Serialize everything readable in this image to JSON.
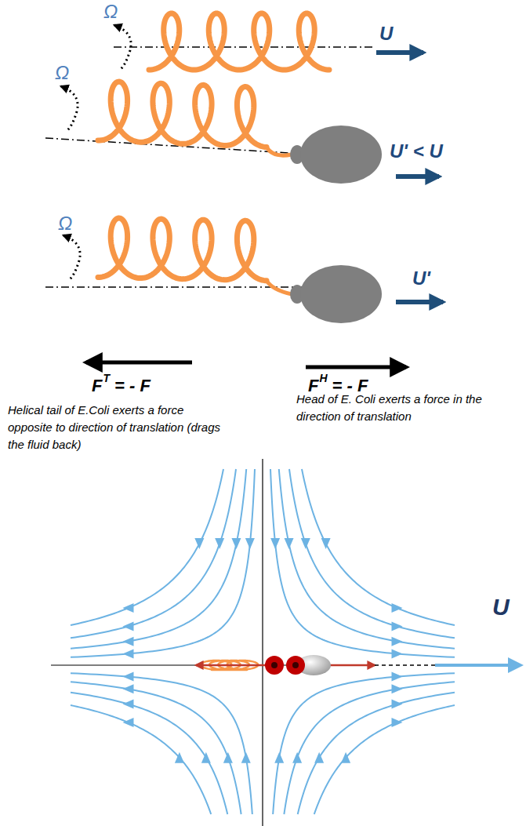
{
  "diagram": {
    "labels": [
      "Ω",
      "U",
      "Ω",
      "U' < U",
      "Ω",
      "U'",
      "F",
      "T",
      "= - F",
      "F",
      "H",
      "= - F",
      "Helical tail of E.Coli exerts a force opposite to direction of translation (drags the fluid back)",
      "Head of E. Coli exerts a force in the direction of translation",
      "U"
    ]
  }
}
